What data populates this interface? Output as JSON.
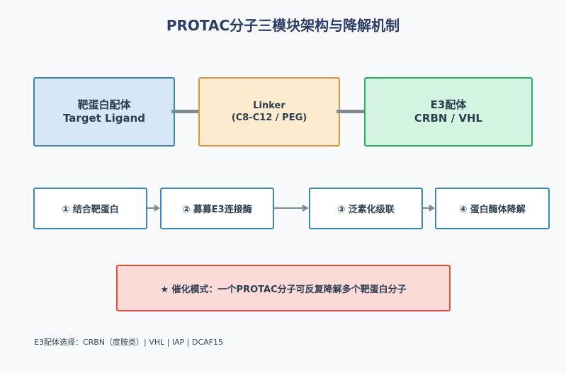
{
  "title": "PROTAC分子三模块架构与降解机制",
  "modules": [
    {
      "line1": "靶蛋白配体",
      "line2": "Target Ligand",
      "fill": "#d6e7f5",
      "border": "#3a86c4"
    },
    {
      "line1": "Linker",
      "line2": "(C8-C12 / PEG)",
      "fill": "#fdebd0",
      "border": "#e8923a"
    },
    {
      "line1": "E3配体",
      "line2": "CRBN / VHL",
      "fill": "#d4f4e2",
      "border": "#27ae60"
    }
  ],
  "steps": [
    {
      "label": "① 结合靶蛋白"
    },
    {
      "label": "② 募募E3连接酶"
    },
    {
      "label": "③ 泛素化级联"
    },
    {
      "label": "④ 蛋白酶体降解"
    }
  ],
  "catalytic": "★ 催化模式：一个PROTAC分子可反复降解多个靶蛋白分子",
  "footnote": "E3配体选择：CRBN（度胺类）| VHL | IAP | DCAF15",
  "colors": {
    "title": "#2c3e6b",
    "bond": "#7f8c8d",
    "arrow": "#7f8c8d",
    "step_border": "#3a86c4",
    "catalytic_fill": "#fadbd8",
    "catalytic_border": "#e74c3c"
  }
}
